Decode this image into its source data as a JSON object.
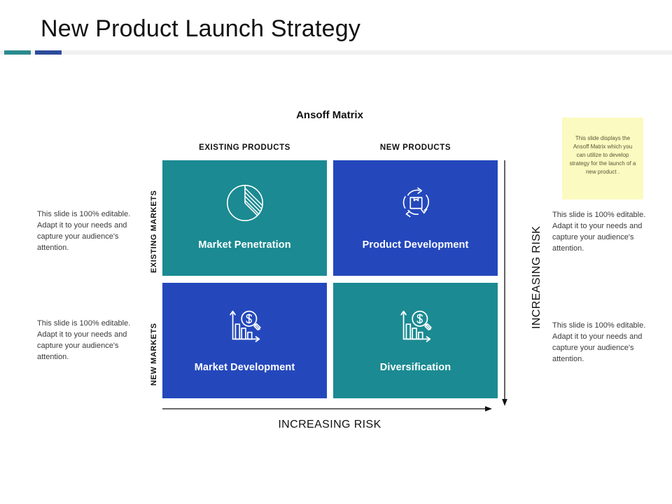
{
  "slide": {
    "title": "New Product Launch Strategy",
    "accent_teal": "#2a8a8f",
    "accent_blue": "#2d4b9a"
  },
  "matrix": {
    "title": "Ansoff Matrix",
    "column_headers": [
      "EXISTING PRODUCTS",
      "NEW PRODUCTS"
    ],
    "row_headers": [
      "EXISTING MARKETS",
      "NEW MARKETS"
    ],
    "colors": {
      "teal": "#1b8a92",
      "blue": "#2448bc"
    },
    "cells": [
      {
        "label": "Market Penetration",
        "icon": "pie-chart-icon",
        "color": "#1b8a92"
      },
      {
        "label": "Product Development",
        "icon": "box-circular-arrows-icon",
        "color": "#2448bc"
      },
      {
        "label": "Market Development",
        "icon": "bar-chart-magnifier-dollar-icon",
        "color": "#2448bc"
      },
      {
        "label": "Diversification",
        "icon": "bar-chart-magnifier-dollar-icon",
        "color": "#1b8a92"
      }
    ]
  },
  "axes": {
    "bottom_label": "INCREASING RISK",
    "right_label": "INCREASING RISK"
  },
  "side_texts": {
    "left_top": "This slide is 100% editable.  Adapt it to your needs and capture your audience's attention.",
    "left_bottom": "This slide is 100% editable.  Adapt it to your needs and capture your audience's attention.",
    "right_top": "This slide is 100% editable.  Adapt it to your needs and capture your audience's attention.",
    "right_bottom": "This slide is 100% editable.  Adapt it to your needs and capture your audience's attention."
  },
  "note": {
    "text": "This slide displays the Ansoff Matrix which you can utilize to develop strategy for the launch of a new product .",
    "background": "#fbfac0"
  }
}
